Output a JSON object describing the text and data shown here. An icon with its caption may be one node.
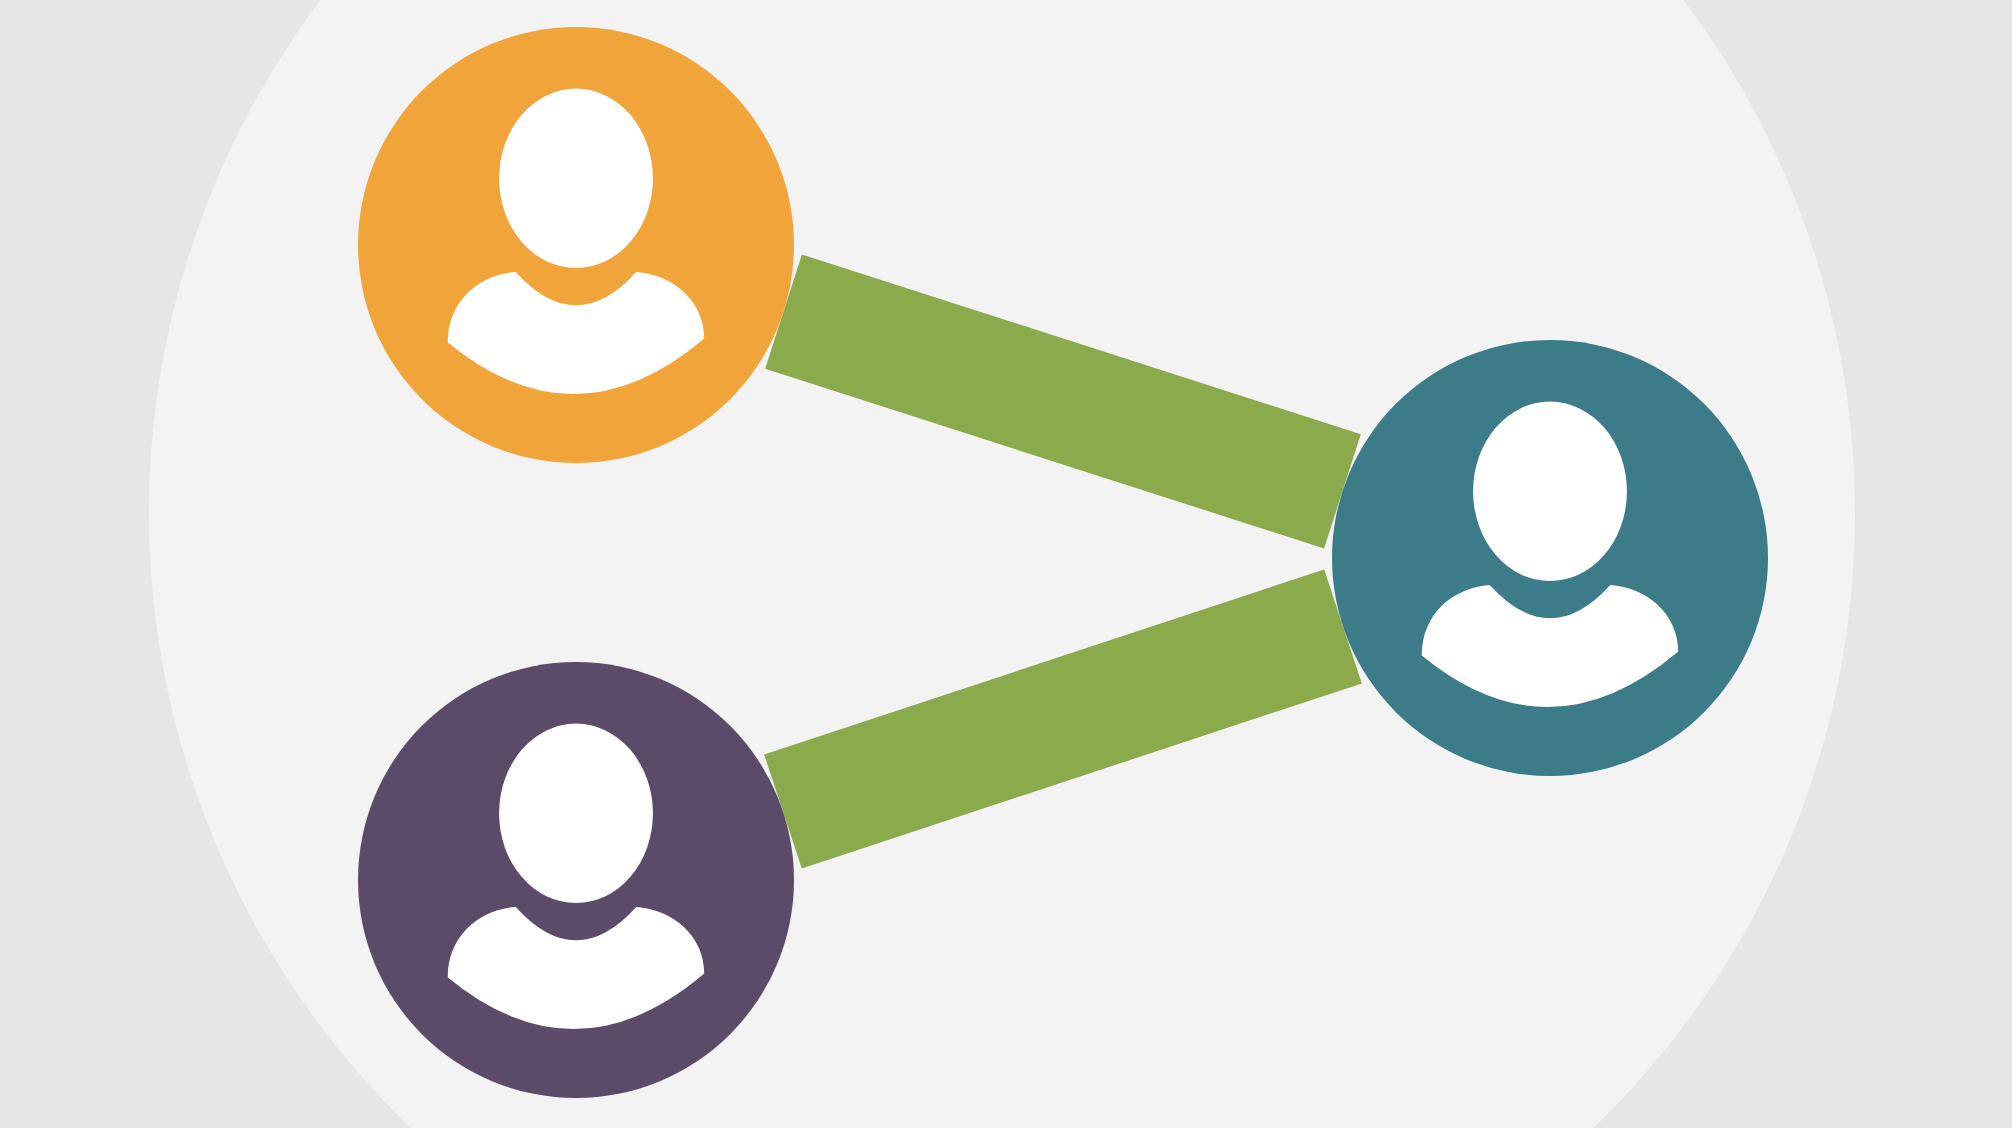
{
  "diagram": {
    "nodes": [
      {
        "text": [],
        "shape": "person"
      },
      {
        "text": [],
        "shape": "person"
      },
      {
        "text": [],
        "shape": "person"
      }
    ],
    "edges": [
      {
        "from": 0,
        "to": 2,
        "arrow": "none"
      },
      {
        "from": 1,
        "to": 2,
        "arrow": "none"
      }
    ]
  }
}
